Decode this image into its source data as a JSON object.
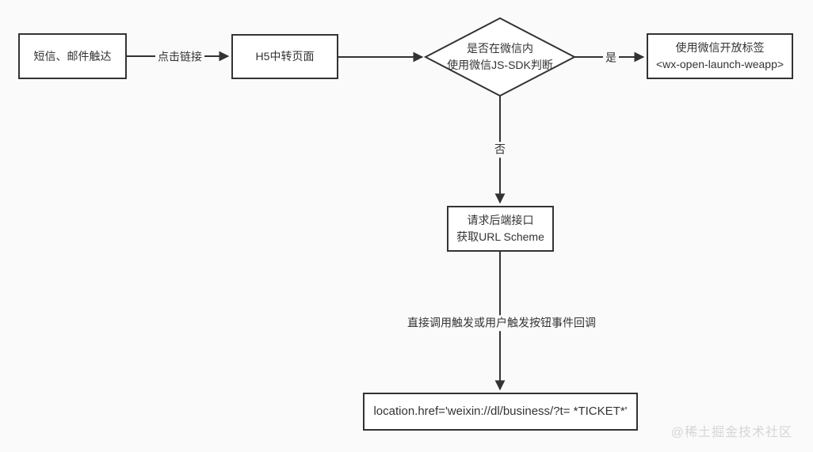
{
  "diagram": {
    "background_color": "#fafafa",
    "stroke_color": "#333333",
    "nodes": {
      "sms_email": {
        "label": "短信、邮件触达"
      },
      "h5_page": {
        "label": "H5中转页面"
      },
      "wechat_check": {
        "line1": "是否在微信内",
        "line2": "使用微信JS-SDK判断"
      },
      "open_tag": {
        "line1": "使用微信开放标签",
        "line2": "<wx-open-launch-weapp>"
      },
      "backend_api": {
        "line1": "请求后端接口",
        "line2": "获取URL Scheme"
      },
      "location_href": {
        "label": "location.href='weixin://dl/business/?t= *TICKET*'"
      }
    },
    "edge_labels": {
      "click_link": "点击链接",
      "yes": "是",
      "no": "否",
      "trigger_callback": "直接调用触发或用户触发按钮事件回调"
    },
    "watermark": "@稀土掘金技术社区"
  }
}
